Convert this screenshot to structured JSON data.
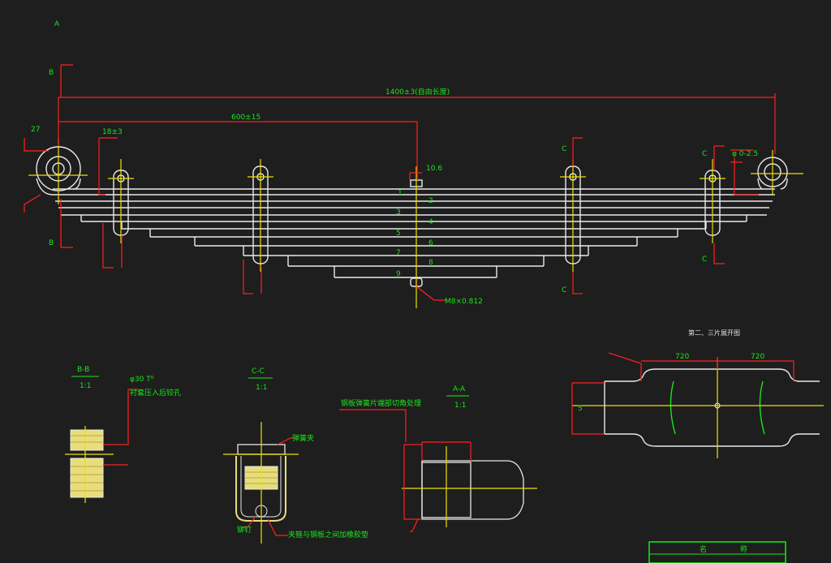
{
  "drawing": {
    "dims": {
      "overall": "1400±3(自由长度)",
      "half": "600±15",
      "eye_h": "27",
      "left_w": "18±3",
      "center": "10.6",
      "bolt": "M8×0.812",
      "bush": "φ30 T⁰",
      "side": "φ 0-2.5",
      "seg_left": "720",
      "seg_right": "720"
    },
    "section_labels": {
      "a_top": "A",
      "b_top": "B",
      "b_bottom": "B",
      "c1_top": "C",
      "c1_bottom": "C",
      "c2_top": "C",
      "c2_bottom": "C",
      "bb": "B-B",
      "bb_scale": "1:1",
      "cc": "C-C",
      "cc_scale": "1:1",
      "aa": "A-A",
      "aa_scale": "1:1"
    },
    "notes": {
      "taper_title": "第二、三片展开图",
      "taper_dim": "5",
      "note_aa": "钢板弹簧片端部切角处理",
      "note_bb": "衬套压入后铰孔",
      "note_cc1": "弹簧夹",
      "note_cc2": "夹箍与钢板之间加橡胶垫",
      "note_cc3": "铆钉",
      "leaf_nums": [
        "1",
        "2",
        "3",
        "4",
        "5",
        "6",
        "7",
        "8",
        "9"
      ]
    },
    "title_block": {
      "cell1": "名",
      "cell2": "称"
    }
  }
}
